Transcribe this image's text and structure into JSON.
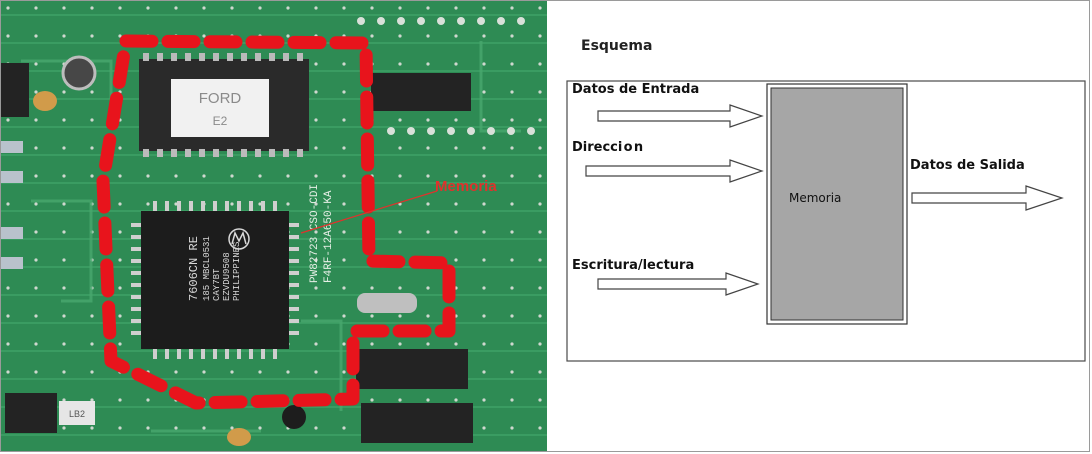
{
  "photo": {
    "callout_label": "Memoria",
    "eprom_label": "FORD",
    "eprom_sublabel": "E2",
    "chip_lines": [
      "7606CN RE",
      "185 MBCL0531",
      "CAY7BT",
      "EZVDU9508",
      "PHILIPPINES"
    ],
    "board_text": "PW82723 CSO-CDI",
    "board_text2": "F4RF-12A650-KA",
    "capacitor_label": "LB2",
    "colors": {
      "board": "#2f8f55",
      "highlight": "#e8141c"
    }
  },
  "schema": {
    "title": "Esquema",
    "inputs": [
      "Datos de Entrada",
      "Direcci o n",
      "Escritura/lectura"
    ],
    "block_label": "Memoria",
    "output": "Datos de Salida",
    "colors": {
      "block": "#a6a6a6",
      "border": "#333333"
    }
  }
}
